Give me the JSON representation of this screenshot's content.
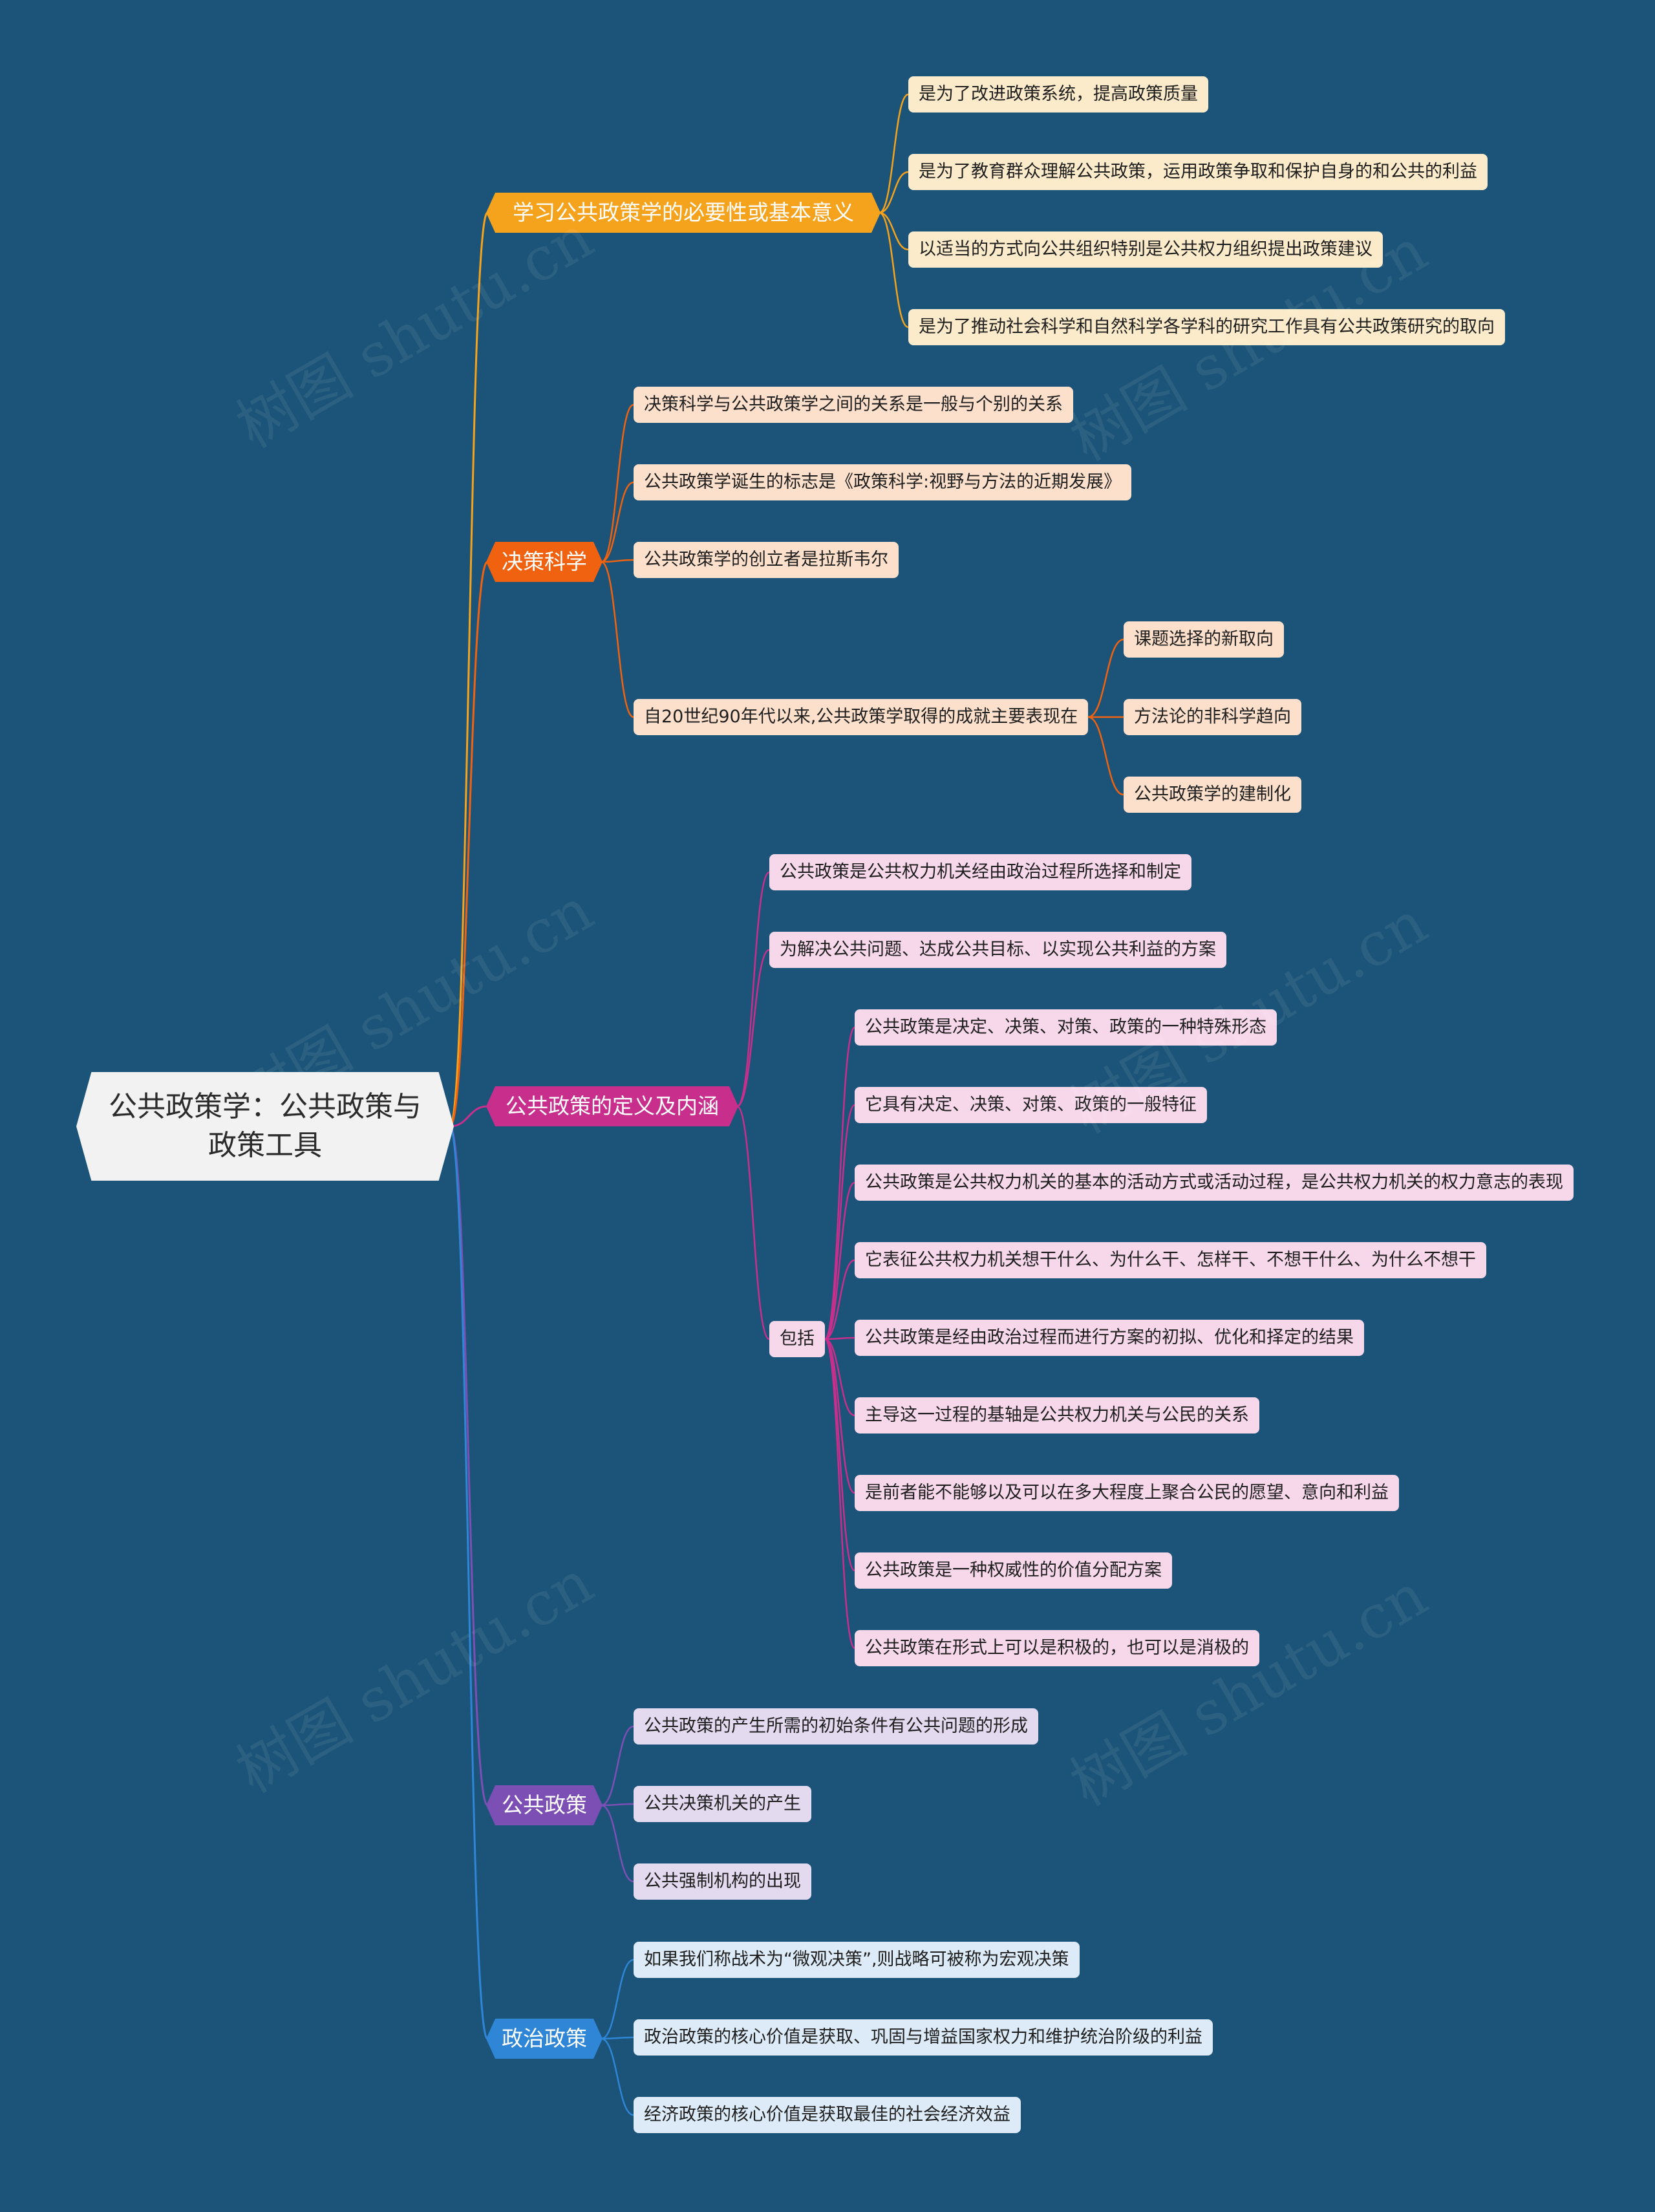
{
  "root": {
    "line1": "公共政策学：公共政策与",
    "line2": "政策工具"
  },
  "watermark": "树图 shutu.cn",
  "branches": [
    {
      "label": "学习公共政策学的必要性或基本意义",
      "color": "#f5a21c",
      "leafColor": "#fcebcb",
      "children": [
        {
          "label": "是为了改进政策系统，提高政策质量"
        },
        {
          "label": "是为了教育群众理解公共政策，运用政策争取和保护自身的和公共的利益"
        },
        {
          "label": "以适当的方式向公共组织特别是公共权力组织提出政策建议"
        },
        {
          "label": "是为了推动社会科学和自然科学各学科的研究工作具有公共政策研究的取向"
        }
      ]
    },
    {
      "label": "决策科学",
      "color": "#f0620f",
      "leafColor": "#fde0cc",
      "children": [
        {
          "label": "决策科学与公共政策学之间的关系是一般与个别的关系"
        },
        {
          "label": "公共政策学诞生的标志是《政策科学:视野与方法的近期发展》"
        },
        {
          "label": "公共政策学的创立者是拉斯韦尔"
        },
        {
          "label": "自20世纪90年代以来,公共政策学取得的成就主要表现在",
          "children": [
            {
              "label": "课题选择的新取向"
            },
            {
              "label": "方法论的非科学趋向"
            },
            {
              "label": "公共政策学的建制化"
            }
          ]
        }
      ]
    },
    {
      "label": "公共政策的定义及内涵",
      "color": "#c82f8d",
      "leafColor": "#f7d8ea",
      "children": [
        {
          "label": "公共政策是公共权力机关经由政治过程所选择和制定"
        },
        {
          "label": "为解决公共问题、达成公共目标、以实现公共利益的方案"
        },
        {
          "label": "包括",
          "children": [
            {
              "label": "公共政策是决定、决策、对策、政策的一种特殊形态"
            },
            {
              "label": "它具有决定、决策、对策、政策的一般特征"
            },
            {
              "label": "公共政策是公共权力机关的基本的活动方式或活动过程，是公共权力机关的权力意志的表现"
            },
            {
              "label": "它表征公共权力机关想干什么、为什么干、怎样干、不想干什么、为什么不想干"
            },
            {
              "label": "公共政策是经由政治过程而进行方案的初拟、优化和择定的结果"
            },
            {
              "label": "主导这一过程的基轴是公共权力机关与公民的关系"
            },
            {
              "label": "是前者能不能够以及可以在多大程度上聚合公民的愿望、意向和利益"
            },
            {
              "label": "公共政策是一种权威性的价值分配方案"
            },
            {
              "label": "公共政策在形式上可以是积极的，也可以是消极的"
            }
          ]
        }
      ]
    },
    {
      "label": "公共政策",
      "color": "#7c4fb5",
      "leafColor": "#e4daf0",
      "children": [
        {
          "label": "公共政策的产生所需的初始条件有公共问题的形成"
        },
        {
          "label": "公共决策机关的产生"
        },
        {
          "label": "公共强制机构的出现"
        }
      ]
    },
    {
      "label": "政治政策",
      "color": "#2f86d6",
      "leafColor": "#dcebf7",
      "children": [
        {
          "label": "如果我们称战术为“微观决策”,则战略可被称为宏观决策"
        },
        {
          "label": "政治政策的核心价值是获取、巩固与增益国家权力和维护统治阶级的利益"
        },
        {
          "label": "经济政策的核心价值是获取最佳的社会经济效益"
        }
      ]
    }
  ]
}
